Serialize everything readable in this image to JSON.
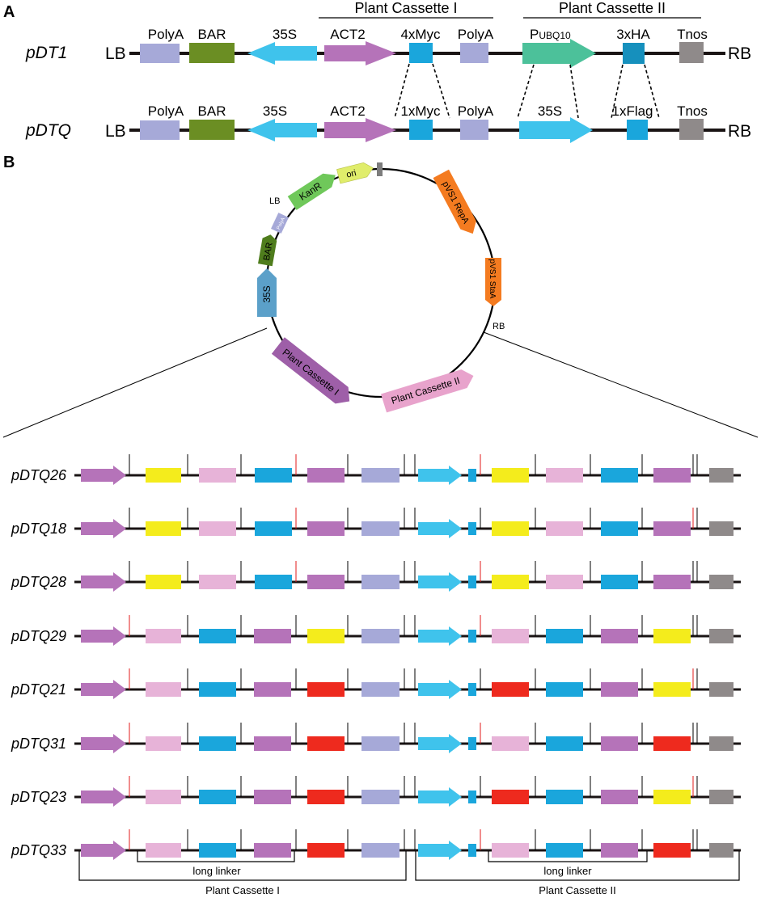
{
  "panel_a": {
    "letter": "A",
    "cassette_i_label": "Plant Cassette I",
    "cassette_ii_label": "Plant Cassette II",
    "rows": [
      {
        "name": "pDT1",
        "lb": "LB",
        "rb": "RB",
        "labels": [
          "PolyA",
          "BAR",
          "35S",
          "ACT2",
          "4xMyc",
          "PolyA",
          "P",
          "UBQ10",
          "3xHA",
          "Tnos"
        ]
      },
      {
        "name": "pDTQ",
        "lb": "LB",
        "rb": "RB",
        "labels": [
          "PolyA",
          "BAR",
          "35S",
          "ACT2",
          "1xMyc",
          "PolyA",
          "35S",
          "1xFlag",
          "Tnos"
        ]
      }
    ]
  },
  "panel_b": {
    "letter": "B",
    "plasmid": {
      "features": [
        "ori",
        "KanR",
        "LB",
        "PolyA",
        "BAR",
        "35S",
        "Plant Cassette I",
        "Plant Cassette II",
        "RB",
        "pVS1 StaA",
        "pVS1 RepA"
      ]
    },
    "constructs": [
      "pDTQ26",
      "pDTQ18",
      "pDTQ28",
      "pDTQ29",
      "pDTQ21",
      "pDTQ31",
      "pDTQ23",
      "pDTQ33"
    ],
    "bottom": {
      "long_linker": "long linker",
      "cassette_i": "Plant Cassette I",
      "cassette_ii": "Plant Cassette II"
    }
  },
  "colors": {
    "polya": "#a6a9d8",
    "bar": "#6b8e23",
    "s35": "#3fc3ec",
    "act2": "#b573b9",
    "myc": "#1aa6dc",
    "ubq10": "#4cc19a",
    "ha": "#1690bd",
    "tnos": "#8f8a8a",
    "linker": "#e7b3d8",
    "yellow": "#f4ec1c",
    "red": "#ee2a1e",
    "kanr": "#6fc85a",
    "ori": "#e0ed6b",
    "orange": "#f47b20",
    "pc1": "#9e5fa8",
    "pc2": "#e8a3cc",
    "highlight": "#e31b1b"
  }
}
